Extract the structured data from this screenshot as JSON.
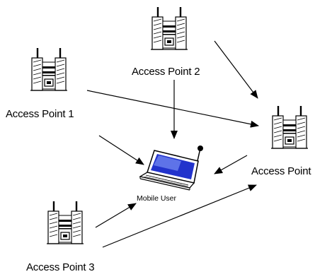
{
  "diagram": {
    "nodes": [
      {
        "id": "ap1",
        "label": "Access Point 1",
        "icon": "access-point-icon"
      },
      {
        "id": "ap2",
        "label": "Access Point 2",
        "icon": "access-point-icon"
      },
      {
        "id": "ap3",
        "label": "Access Point 3",
        "icon": "access-point-icon"
      },
      {
        "id": "ap4",
        "label": "Access Point",
        "icon": "access-point-icon"
      },
      {
        "id": "user",
        "label": "Mobile User",
        "icon": "laptop-icon"
      }
    ],
    "edges": [
      {
        "from": "ap2",
        "to": "user"
      },
      {
        "from": "ap2",
        "to": "ap4"
      },
      {
        "from": "ap1",
        "to": "ap4"
      },
      {
        "from": "ap1",
        "to": "user"
      },
      {
        "from": "ap4",
        "to": "user"
      },
      {
        "from": "ap3",
        "to": "user"
      },
      {
        "from": "ap3",
        "to": "ap4"
      }
    ],
    "colors": {
      "line": "#000000",
      "screen": "#2233cc",
      "screen_highlight": "#8fa8ff",
      "background": "#ffffff"
    }
  }
}
